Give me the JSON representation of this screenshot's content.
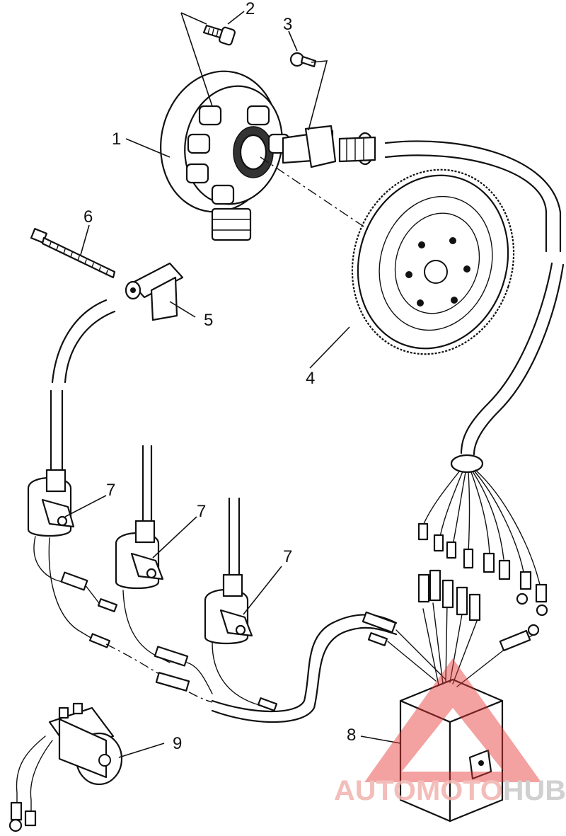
{
  "callouts": {
    "c1": "1",
    "c2": "2",
    "c3": "3",
    "c4": "4",
    "c5": "5",
    "c6": "6",
    "c7a": "7",
    "c7b": "7",
    "c7c": "7",
    "c8": "8",
    "c9": "9"
  },
  "watermark": {
    "part1": "AUTOMOTO",
    "part2": "HUB",
    "color_primary": "#f2b2ae",
    "color_secondary": "#c8c8c8",
    "triangle_color": "#e53935"
  }
}
